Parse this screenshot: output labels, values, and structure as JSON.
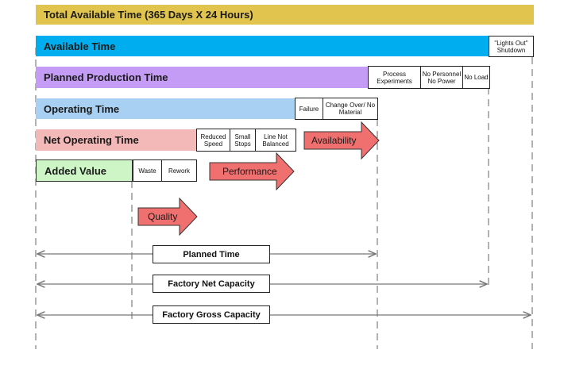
{
  "bars": {
    "total": "Total Available Time (365 Days X 24 Hours)",
    "available": "Available Time",
    "planned": "Planned Production Time",
    "operating": "Operating Time",
    "net_operating": "Net Operating Time",
    "added_value": "Added Value"
  },
  "loss_boxes": {
    "lights_out": "\"Lights Out\" Shutdown",
    "process_experiments": "Process Experiments",
    "no_personnel": "No Personnel No Power",
    "no_load": "No Load",
    "failure": "Failure",
    "change_over": "Change Over/ No Material",
    "reduced_speed": "Reduced Speed",
    "small_stops": "Small Stops",
    "line_not_balanced": "Line Not Balanced",
    "waste": "Waste",
    "rework": "Rework"
  },
  "arrows": {
    "availability": "Availability",
    "performance": "Performance",
    "quality": "Quality"
  },
  "spans": {
    "planned_time": "Planned Time",
    "factory_net": "Factory Net Capacity",
    "factory_gross": "Factory Gross Capacity"
  },
  "colors": {
    "total": "#e0c44d",
    "available": "#00aeef",
    "planned": "#c59cf5",
    "operating": "#a8d0f2",
    "net_operating": "#f3b8b8",
    "added_value": "#cdf5c6",
    "arrow_fill": "#f07070"
  }
}
